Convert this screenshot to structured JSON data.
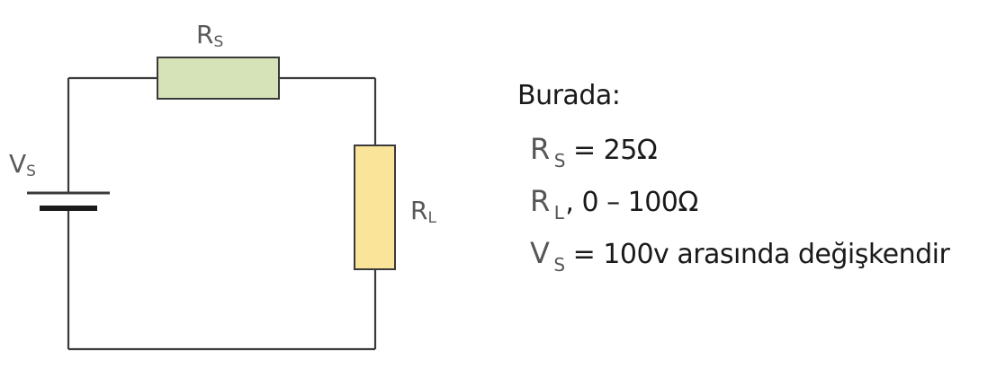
{
  "diagram": {
    "components": {
      "series_resistor": {
        "symbol": "R",
        "subscript": "S",
        "fill": "#d6e2b8",
        "stroke": "#3a3a3a"
      },
      "load_resistor": {
        "symbol": "R",
        "subscript": "L",
        "fill": "#f9e49a",
        "stroke": "#3a3a3a"
      },
      "source": {
        "symbol": "V",
        "subscript": "S",
        "type": "battery"
      }
    },
    "wire_color": "#3a3a3a"
  },
  "notes": {
    "heading": "Burada:",
    "rs": {
      "symbol": "R",
      "subscript": "S",
      "text": "= 25Ω"
    },
    "rl": {
      "symbol": "R",
      "subscript": "L",
      "text": ", 0 – 100Ω"
    },
    "vs": {
      "symbol": "V",
      "subscript": "S",
      "text": "= 100v arasında değişkendir"
    }
  }
}
